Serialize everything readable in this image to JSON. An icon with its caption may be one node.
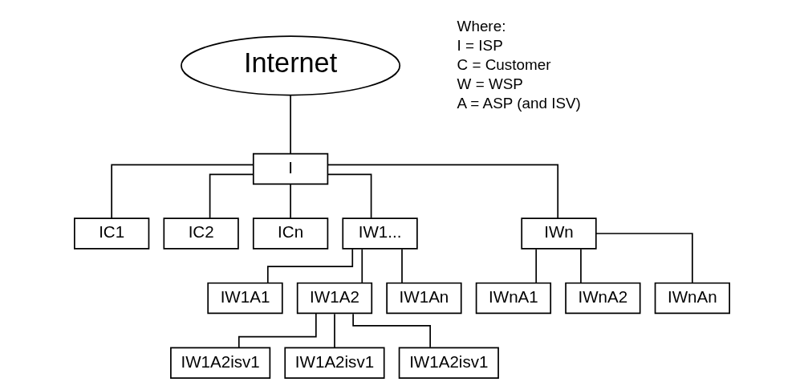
{
  "diagram": {
    "nodes": [
      {
        "text": [
          "Internet"
        ]
      },
      {
        "text": [
          "I"
        ]
      },
      {
        "text": [
          "IC1"
        ]
      },
      {
        "text": [
          "IC2"
        ]
      },
      {
        "text": [
          "ICn"
        ]
      },
      {
        "text": [
          "IW1..."
        ]
      },
      {
        "text": [
          "IWn"
        ]
      },
      {
        "text": [
          "IW1A1"
        ]
      },
      {
        "text": [
          "IW1A2"
        ]
      },
      {
        "text": [
          "IW1An"
        ]
      },
      {
        "text": [
          "IWnA1"
        ]
      },
      {
        "text": [
          "IWnA2"
        ]
      },
      {
        "text": [
          "IWnAn"
        ]
      },
      {
        "text": [
          "IW1A2isv1"
        ]
      },
      {
        "text": [
          "IW1A2isv1"
        ]
      },
      {
        "text": [
          "IW1A2isv1"
        ]
      }
    ],
    "edges": [
      {
        "from": 0,
        "to": 1,
        "arrow": "none"
      },
      {
        "from": 1,
        "to": 2,
        "arrow": "none"
      },
      {
        "from": 1,
        "to": 3,
        "arrow": "none"
      },
      {
        "from": 1,
        "to": 4,
        "arrow": "none"
      },
      {
        "from": 1,
        "to": 5,
        "arrow": "none"
      },
      {
        "from": 1,
        "to": 6,
        "arrow": "none"
      },
      {
        "from": 5,
        "to": 7,
        "arrow": "none"
      },
      {
        "from": 5,
        "to": 8,
        "arrow": "none"
      },
      {
        "from": 5,
        "to": 9,
        "arrow": "none"
      },
      {
        "from": 6,
        "to": 10,
        "arrow": "none"
      },
      {
        "from": 6,
        "to": 11,
        "arrow": "none"
      },
      {
        "from": 6,
        "to": 12,
        "arrow": "none"
      },
      {
        "from": 8,
        "to": 13,
        "arrow": "none"
      },
      {
        "from": 8,
        "to": 14,
        "arrow": "none"
      },
      {
        "from": 8,
        "to": 15,
        "arrow": "none"
      }
    ],
    "labels": [
      "Where:",
      "I = ISP",
      "C = Customer",
      "W = WSP",
      "A = ASP (and ISV)"
    ]
  }
}
